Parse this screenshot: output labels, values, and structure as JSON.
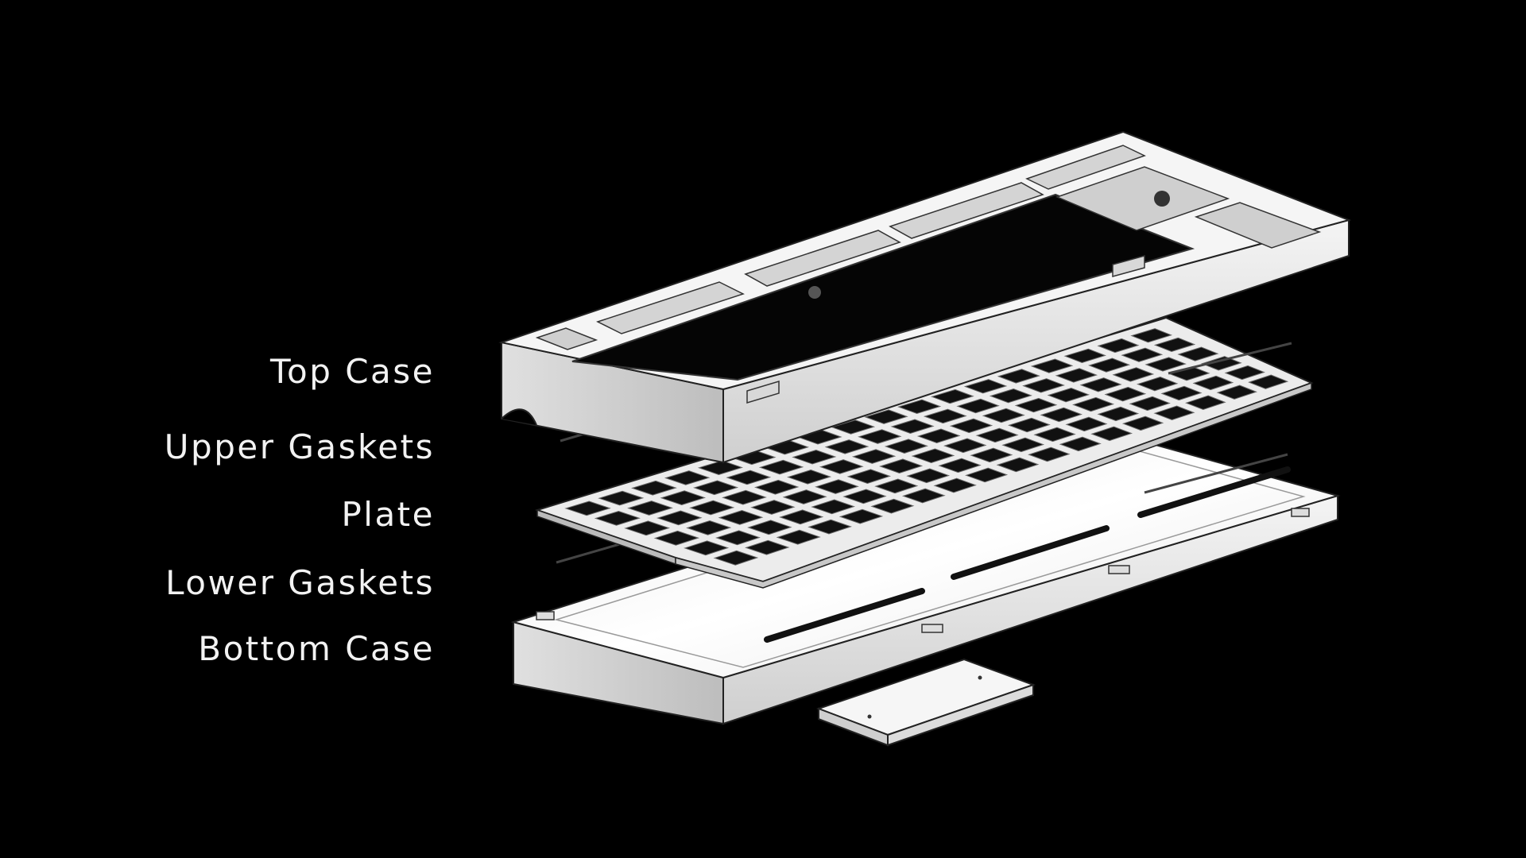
{
  "diagram": {
    "layers": [
      {
        "id": "top",
        "label": "Top Case"
      },
      {
        "id": "upper",
        "label": "Upper Gaskets"
      },
      {
        "id": "plate",
        "label": "Plate"
      },
      {
        "id": "lower",
        "label": "Lower Gaskets"
      },
      {
        "id": "bottom",
        "label": "Bottom Case"
      }
    ]
  }
}
